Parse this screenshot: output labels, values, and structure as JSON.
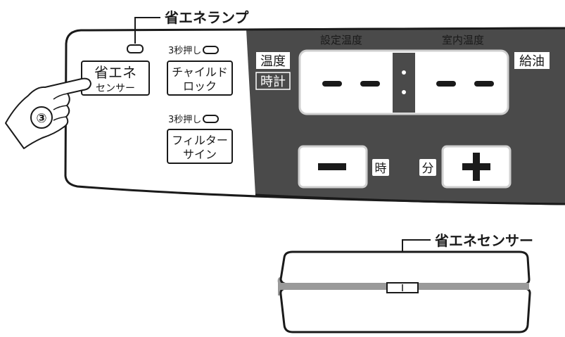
{
  "callouts": {
    "lamp": "省エネランプ",
    "sensor": "省エネセンサー"
  },
  "step_marker": "③",
  "panel": {
    "eco_button": {
      "line1": "省エネ",
      "line2": "センサー"
    },
    "hold_label_top": "3秒押し",
    "child_lock_button": {
      "line1": "チャイルド",
      "line2": "ロック"
    },
    "hold_label_bottom": "3秒押し",
    "filter_button": {
      "line1": "フィルター",
      "line2": "サイン"
    },
    "set_temp_label": "設定温度",
    "room_temp_label": "室内温度",
    "temp_label": "温度",
    "clock_label": "時計",
    "refuel_label": "給油",
    "display_left": "– –",
    "display_right": "– –",
    "minus_symbol": "−",
    "plus_symbol": "+",
    "hour_label": "時",
    "minute_label": "分"
  },
  "colors": {
    "panel_dark": "#4a4a4a",
    "panel_light": "#ffffff",
    "sensor_band": "#9a9a9a",
    "ink": "#1a1a1a"
  }
}
